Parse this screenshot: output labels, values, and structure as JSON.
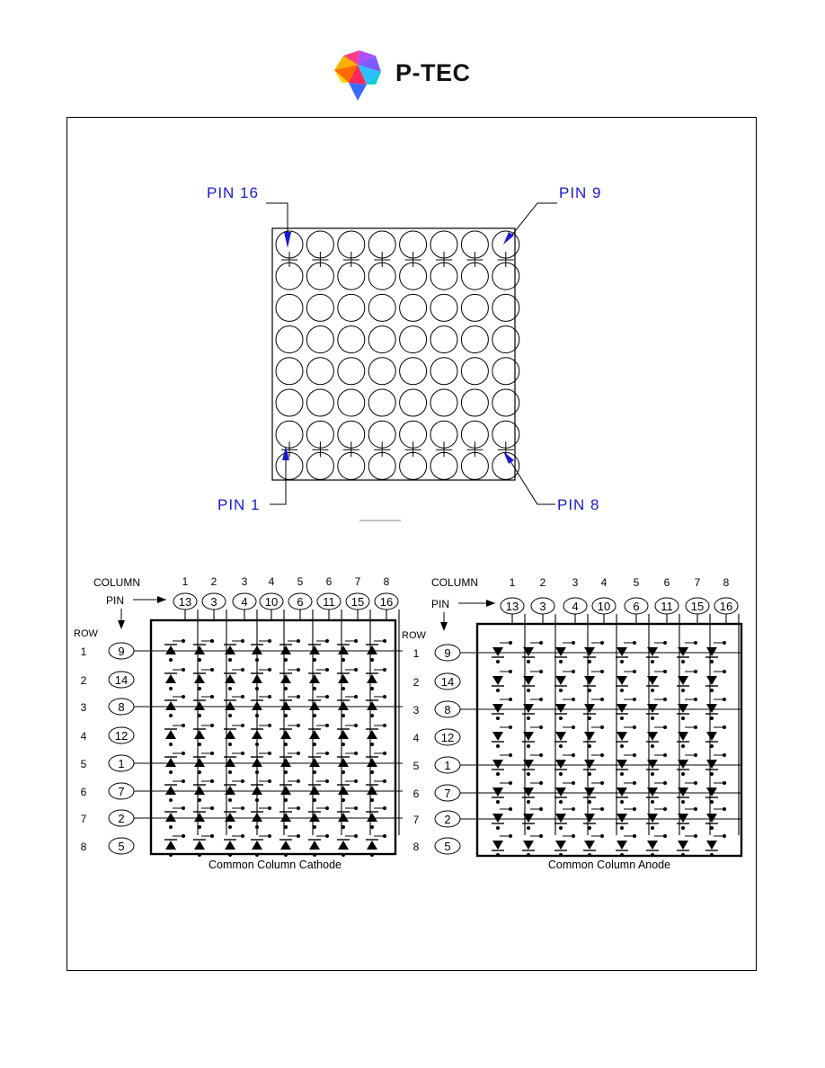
{
  "brand": {
    "name": "P-TEC"
  },
  "top_view": {
    "pin16": "PIN 16",
    "pin9": "PIN 9",
    "pin1": "PIN 1",
    "pin8": "PIN 8"
  },
  "cathode": {
    "caption": "Common Column Cathode",
    "column_label": "COLUMN",
    "pin_label": "PIN",
    "row_label": "ROW",
    "column_numbers": [
      "1",
      "2",
      "3",
      "4",
      "5",
      "6",
      "7",
      "8"
    ],
    "column_pins": [
      "13",
      "3",
      "4",
      "10",
      "6",
      "11",
      "15",
      "16"
    ],
    "row_numbers": [
      "1",
      "2",
      "3",
      "4",
      "5",
      "6",
      "7",
      "8"
    ],
    "row_pins": [
      "9",
      "14",
      "8",
      "12",
      "1",
      "7",
      "2",
      "5"
    ]
  },
  "anode": {
    "caption": "Common Column Anode",
    "column_label": "COLUMN",
    "pin_label": "PIN",
    "row_label": "ROW",
    "column_numbers": [
      "1",
      "2",
      "3",
      "4",
      "5",
      "6",
      "7",
      "8"
    ],
    "column_pins": [
      "13",
      "3",
      "4",
      "10",
      "6",
      "11",
      "15",
      "16"
    ],
    "row_numbers": [
      "1",
      "2",
      "3",
      "4",
      "5",
      "6",
      "7",
      "8"
    ],
    "row_pins": [
      "9",
      "14",
      "8",
      "12",
      "1",
      "7",
      "2",
      "5"
    ]
  },
  "colors": {
    "ink": "#000000",
    "pin_label": "#1a1acc"
  }
}
